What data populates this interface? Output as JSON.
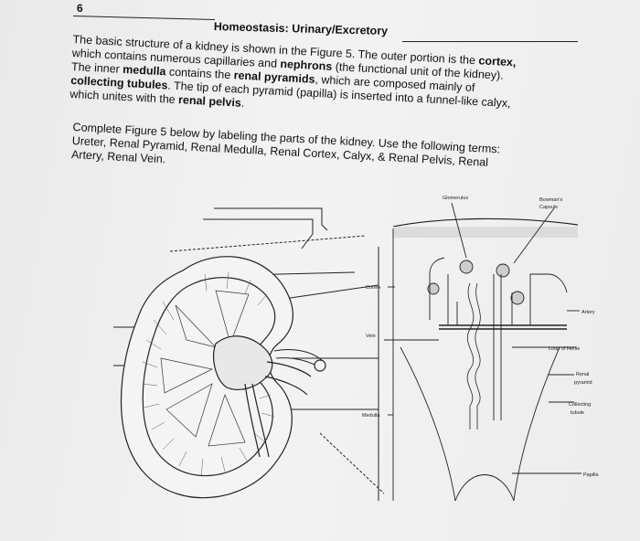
{
  "header": {
    "page_number": "6",
    "title": "Homeostasis: Urinary/Excretory"
  },
  "intro": {
    "lines": [
      [
        "The basic structure of a kidney is shown in the Figure 5. The outer portion is the ",
        {
          "b": "cortex,"
        }
      ],
      [
        "which contains numerous capillaries and ",
        {
          "b": "nephrons"
        },
        " (the functional unit of the kidney)."
      ],
      [
        "The inner ",
        {
          "b": "medulla"
        },
        " contains the ",
        {
          "b": "renal pyramids"
        },
        ", which are composed mainly of"
      ],
      [
        {
          "b": "collecting tubules"
        },
        ". The tip of each pyramid (papilla) is inserted into a funnel-like calyx,"
      ],
      [
        "which unites with the ",
        {
          "b": "renal pelvis"
        },
        "."
      ]
    ]
  },
  "instructions": {
    "lines": [
      "Complete Figure 5 below by labeling the parts of the kidney. Use the following terms:",
      "Ureter, Renal Pyramid, Renal Medulla, Renal Cortex, Calyx, & Renal Pelvis, Renal",
      "Artery, Renal Vein."
    ]
  },
  "nephron_labels": {
    "glomerulus": "Glomerulus",
    "bowmans_capsule_1": "Bowman's",
    "bowmans_capsule_2": "Capsule",
    "cortex": "Cortex",
    "artery": "Artery",
    "vein": "Vein",
    "loop_of_henle": "Loop of Henle",
    "renal_pyramid_1": "Renal",
    "renal_pyramid_2": "pyramid",
    "collecting_tubule_1": "Collecting",
    "collecting_tubule_2": "tubule",
    "medulla": "Medulla",
    "papilla": "Papilla"
  }
}
